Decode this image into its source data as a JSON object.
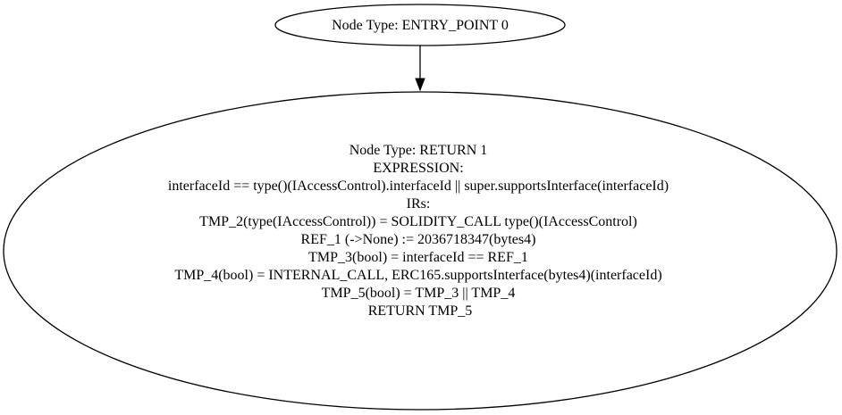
{
  "nodes": [
    {
      "id": "entry",
      "lines": [
        "Node Type: ENTRY_POINT 0"
      ]
    },
    {
      "id": "return",
      "lines": [
        "Node Type: RETURN 1",
        "",
        "EXPRESSION:",
        "interfaceId == type()(IAccessControl).interfaceId || super.supportsInterface(interfaceId)",
        "",
        "IRs:",
        "TMP_2(type(IAccessControl)) = SOLIDITY_CALL type()(IAccessControl)",
        "REF_1 (->None) := 2036718347(bytes4)",
        "TMP_3(bool) = interfaceId == REF_1",
        "TMP_4(bool) = INTERNAL_CALL, ERC165.supportsInterface(bytes4)(interfaceId)",
        "TMP_5(bool) = TMP_3 || TMP_4",
        "RETURN TMP_5"
      ]
    }
  ],
  "edges": [
    {
      "from": "entry",
      "to": "return"
    }
  ]
}
